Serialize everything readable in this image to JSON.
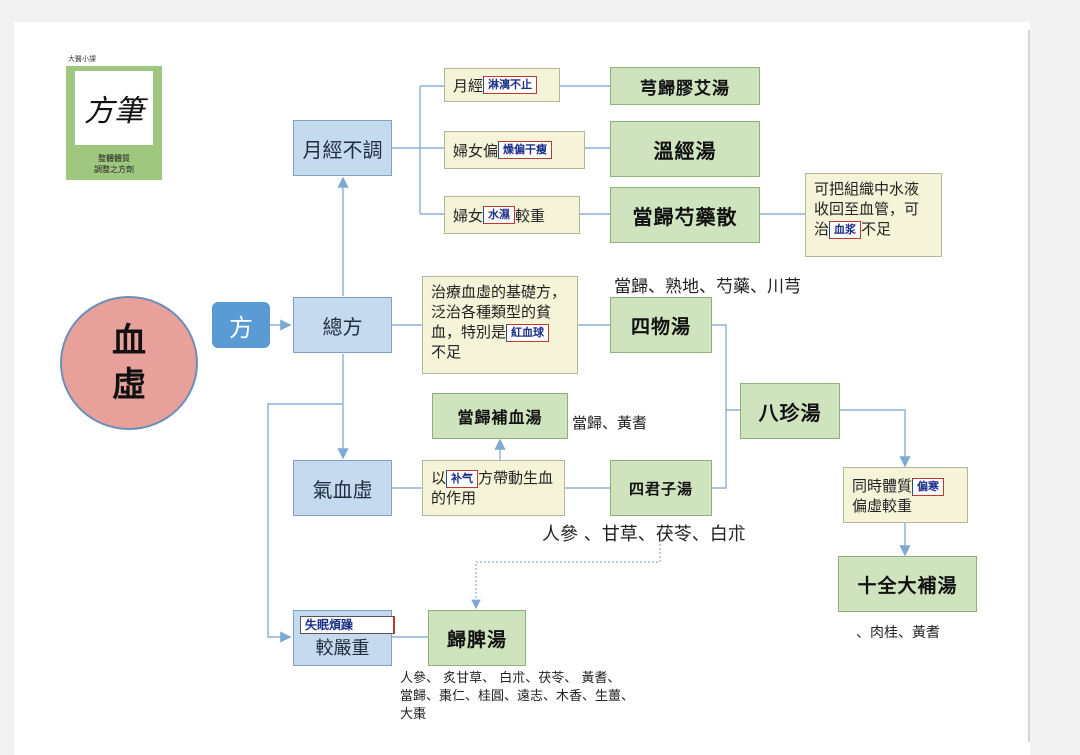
{
  "logo": {
    "caption_top": "大醫小課",
    "calligraphy": "方筆",
    "caption_line1": "整體體質",
    "caption_line2": "調整之方劑"
  },
  "root": {
    "line1": "血",
    "line2": "虛"
  },
  "method_label": "方",
  "categories": {
    "menstrual": "月經不調",
    "general": "總方",
    "qi_blood": "氣血虛",
    "severe_suffix": "較嚴重",
    "severe_tag": "失眠煩躁"
  },
  "menstrual_conditions": [
    {
      "prefix": "月經",
      "tag": "淋漓不止",
      "suffix": "",
      "formula": "芎歸膠艾湯"
    },
    {
      "prefix": "婦女偏",
      "tag": "燥偏干瘦",
      "suffix": "",
      "formula": "溫經湯"
    },
    {
      "prefix": "婦女",
      "tag": "水濕",
      "suffix": "較重",
      "formula": "當歸芍藥散"
    }
  ],
  "danggui_note": {
    "line1": "可把組織中水液",
    "line2": "收回至血管，可",
    "prefix3": "治",
    "tag": "血浆",
    "suffix3": "不足"
  },
  "siwu_note": {
    "line1": "治療血虛的基礎方，",
    "line2": "泛治各種類型的貧",
    "line3_prefix": "血，特別是",
    "tag": "紅血球",
    "line4": "不足"
  },
  "siwu_herbs": "當歸、熟地、芍藥、川芎",
  "formulas": {
    "siwu": "四物湯",
    "bazhen": "八珍湯",
    "buxue": "當歸補血湯",
    "sijunzi": "四君子湯",
    "guipi": "歸脾湯",
    "shiquan": "十全大補湯"
  },
  "buxue_herbs": "當歸、黃耆",
  "qi_note": {
    "prefix": "以",
    "tag": "补气",
    "suffix": "方帶動生血",
    "line2": "的作用"
  },
  "sijunzi_herbs": "人參 、甘草、茯苓、白朮",
  "shiquan_note": {
    "line1_prefix": "同時體質",
    "tag": "偏寒",
    "line2": "偏虛較重"
  },
  "shiquan_herbs": "、肉桂、黃耆",
  "guipi_herbs": {
    "line1": "人參、 炙甘草、 白朮、茯苓、 黃耆、",
    "line2": "當歸、棗仁、桂圓、遠志、木香、生薑、",
    "line3": "大棗"
  },
  "colors": {
    "root_fill": "#e8a09a",
    "blue_box": "#c5d9ef",
    "green_box": "#cfe3bf",
    "cream_box": "#f6f4d8",
    "connector": "#7fa8d3",
    "method_box": "#5b9bd5"
  }
}
